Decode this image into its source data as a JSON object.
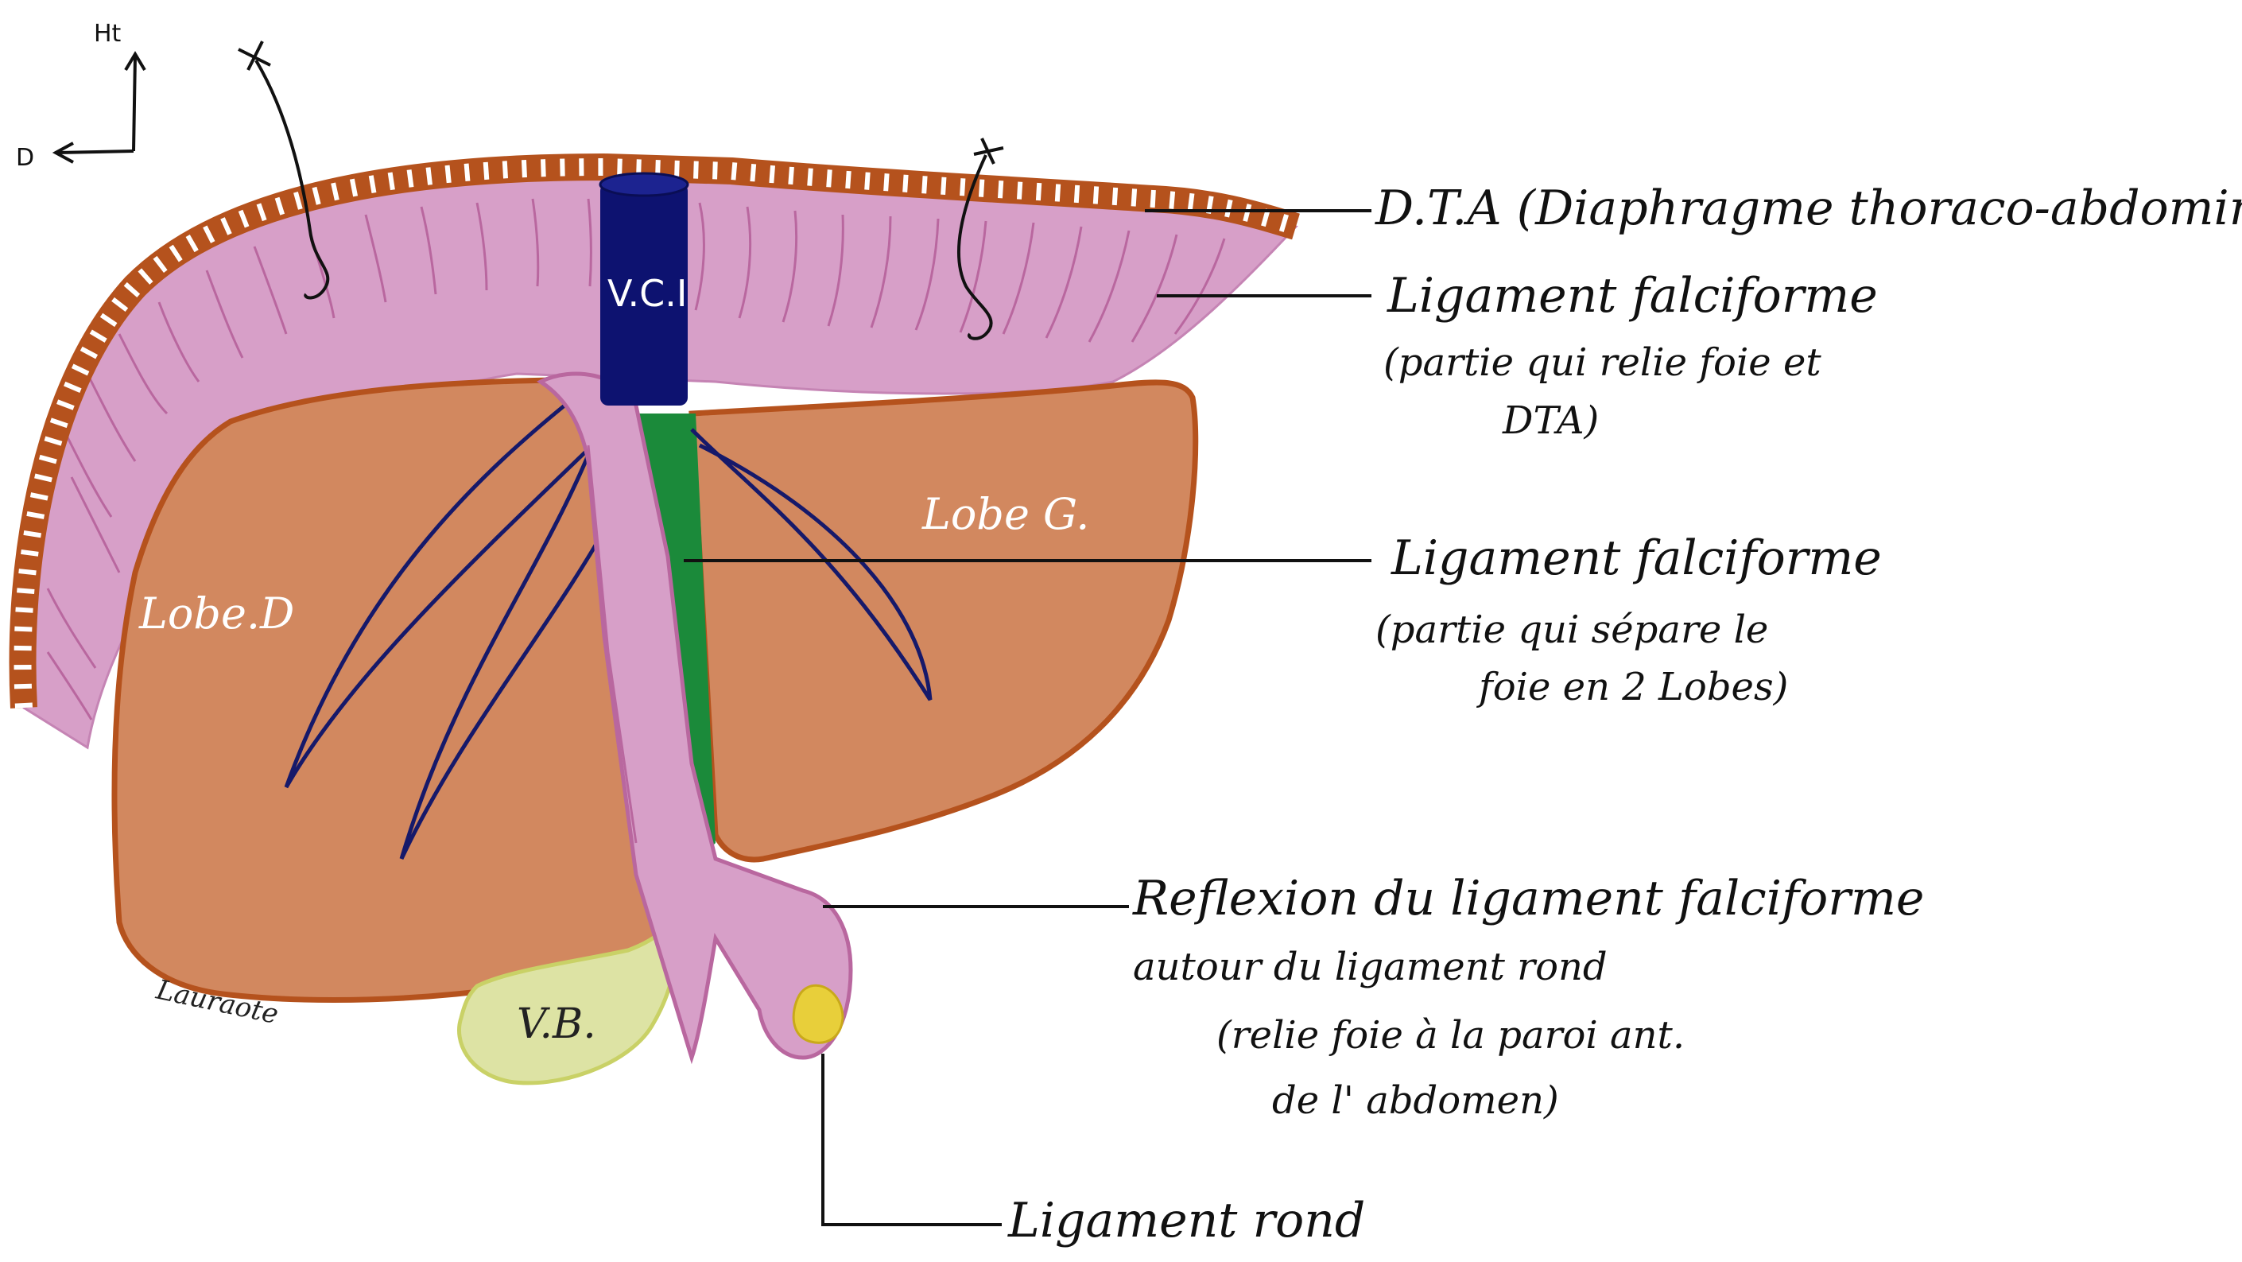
{
  "orientation": {
    "up_label": "Ht",
    "side_label": "D"
  },
  "structures": {
    "vci": "V.C.I",
    "lobe_d": "Lobe.D",
    "lobe_g": "Lobe G.",
    "vb": "V.B.",
    "signature": "Lauraote"
  },
  "annotations": {
    "dta": {
      "line1": "D.T.A (Diaphragme thoraco-abdominal)"
    },
    "falciforme_upper": {
      "line1": "Ligament falciforme",
      "line2": "(partie qui relie foie et",
      "line3": "DTA)"
    },
    "falciforme_middle": {
      "line1": "Ligament falciforme",
      "line2": "(partie qui sépare le",
      "line3": "foie en 2 Lobes)"
    },
    "reflexion": {
      "line1": "Reflexion du ligament falciforme",
      "line2": "autour du ligament rond",
      "line3": "(relie foie à la paroi ant.",
      "line4": "de l' abdomen)"
    },
    "ligament_rond": {
      "line1": "Ligament rond"
    }
  },
  "colors": {
    "liver": "#d2885f",
    "liver_outline": "#b5521d",
    "diaphragm": "#d79fc8",
    "vci": "#0d1270",
    "falciform_green": "#1b8a3a",
    "vessels": "#16196a",
    "gallbladder": "#dde3a4",
    "round_ligament": "#e8cf3a"
  }
}
